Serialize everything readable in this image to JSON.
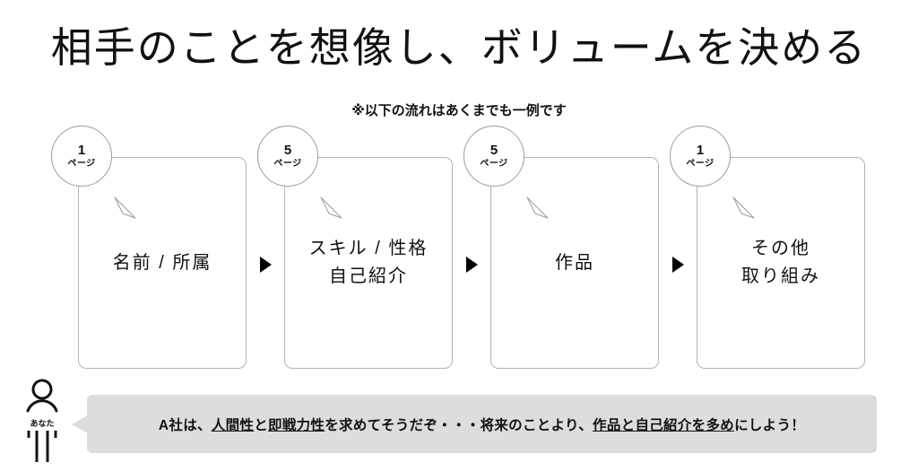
{
  "slide": {
    "title": "相手のことを想像し、ボリュームを決める",
    "subtitle": "※以下の流れはあくまでも一例です"
  },
  "flow": {
    "arrow_glyph": "▶",
    "steps": [
      {
        "bubble_count": "1",
        "bubble_unit": "ページ",
        "label_line1": "名前 / 所属",
        "label_line2": ""
      },
      {
        "bubble_count": "5",
        "bubble_unit": "ページ",
        "label_line1": "スキル / 性格",
        "label_line2": "自己紹介"
      },
      {
        "bubble_count": "5",
        "bubble_unit": "ページ",
        "label_line1": "作品",
        "label_line2": ""
      },
      {
        "bubble_count": "1",
        "bubble_unit": "ページ",
        "label_line1": "その他",
        "label_line2": "取り組み"
      }
    ]
  },
  "comment": {
    "person_label": "あなた",
    "segments": [
      {
        "text": "A社は、",
        "style": "plain"
      },
      {
        "text": "人間性",
        "style": "underline"
      },
      {
        "text": "と",
        "style": "plain"
      },
      {
        "text": "即戦力性",
        "style": "underline"
      },
      {
        "text": "を求めてそうだぞ・・・将来のことより、",
        "style": "plain"
      },
      {
        "text": "作品と自己紹介を多め",
        "style": "underline-bold"
      },
      {
        "text": "にしよう！",
        "style": "plain"
      }
    ]
  },
  "colors": {
    "background": "#ffffff",
    "text": "#111111",
    "card_border": "#b3b3b3",
    "bubble_border": "#9b9b9b",
    "comment_bar": "#dcdddf",
    "arrow": "#000000"
  }
}
